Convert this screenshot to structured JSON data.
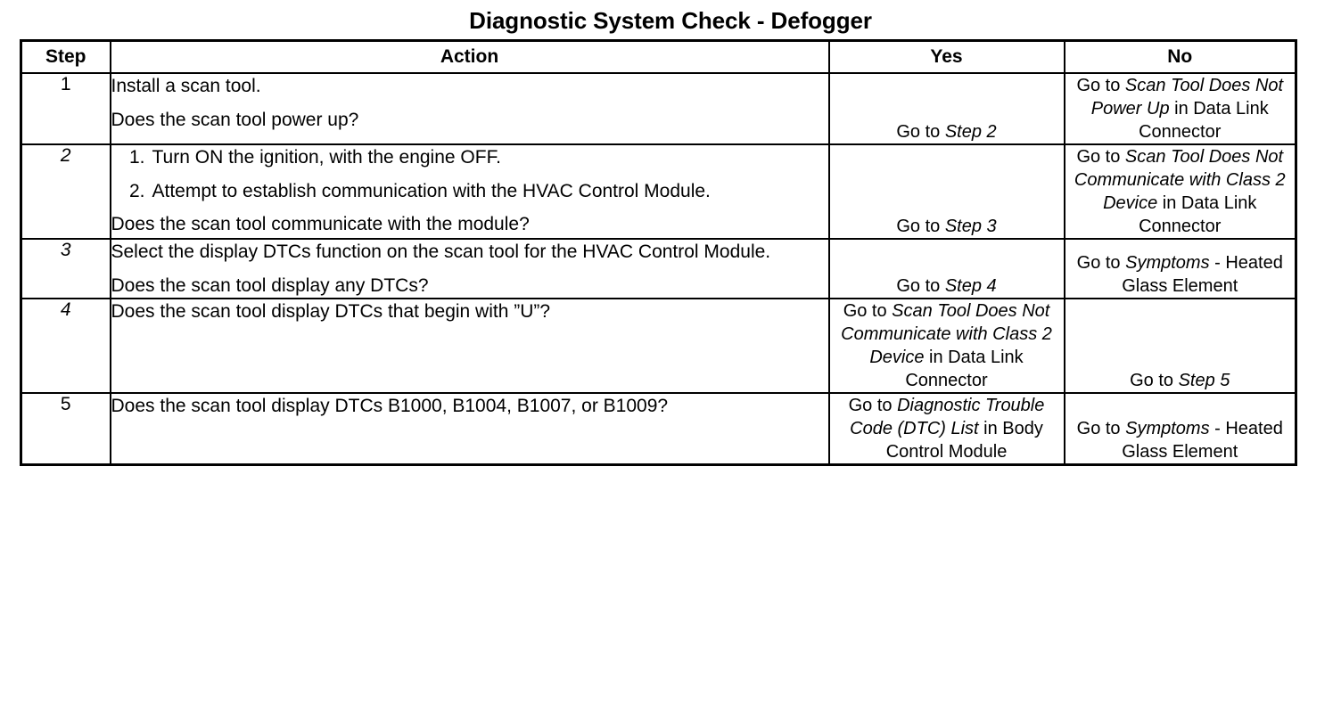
{
  "document": {
    "title": "Diagnostic System Check - Defogger"
  },
  "table": {
    "headers": {
      "step": "Step",
      "action": "Action",
      "yes": "Yes",
      "no": "No"
    },
    "rows": [
      {
        "step": "1",
        "step_italic": false,
        "action": {
          "paragraphs": [
            "Install a scan tool.",
            "Does the scan tool power up?"
          ],
          "list": []
        },
        "yes": {
          "align": "bottom",
          "segments": [
            {
              "text": "Go to ",
              "italic": false
            },
            {
              "text": "Step 2",
              "italic": true
            }
          ]
        },
        "no": {
          "align": "top",
          "segments": [
            {
              "text": "Go to ",
              "italic": false
            },
            {
              "text": "Scan Tool Does Not Power Up",
              "italic": true
            },
            {
              "text": " in Data Link Connector",
              "italic": false
            }
          ]
        }
      },
      {
        "step": "2",
        "step_italic": true,
        "action": {
          "list": [
            "Turn ON the ignition, with the engine OFF.",
            "Attempt to establish communication with the HVAC Control Module."
          ],
          "paragraphs": [
            "Does the scan tool communicate with the module?"
          ]
        },
        "yes": {
          "align": "bottom",
          "segments": [
            {
              "text": "Go to ",
              "italic": false
            },
            {
              "text": "Step 3",
              "italic": true
            }
          ]
        },
        "no": {
          "align": "top",
          "segments": [
            {
              "text": "Go to ",
              "italic": false
            },
            {
              "text": "Scan Tool Does Not Communicate with Class 2 Device",
              "italic": true
            },
            {
              "text": " in Data Link Connector",
              "italic": false
            }
          ]
        }
      },
      {
        "step": "3",
        "step_italic": true,
        "action": {
          "paragraphs": [
            "Select the display DTCs function on the scan tool for the HVAC Control Module.",
            "Does the scan tool display any DTCs?"
          ],
          "list": []
        },
        "yes": {
          "align": "bottom",
          "segments": [
            {
              "text": "Go to ",
              "italic": false
            },
            {
              "text": "Step 4",
              "italic": true
            }
          ]
        },
        "no": {
          "align": "bottom",
          "segments": [
            {
              "text": "Go to ",
              "italic": false
            },
            {
              "text": "Symptoms",
              "italic": true
            },
            {
              "text": " - Heated Glass Element",
              "italic": false
            }
          ]
        }
      },
      {
        "step": "4",
        "step_italic": true,
        "action": {
          "paragraphs": [
            "Does the scan tool display DTCs that begin with ”U”?"
          ],
          "list": []
        },
        "yes": {
          "align": "top",
          "segments": [
            {
              "text": "Go to ",
              "italic": false
            },
            {
              "text": "Scan Tool Does Not Communicate with Class 2 Device",
              "italic": true
            },
            {
              "text": " in Data Link Connector",
              "italic": false
            }
          ]
        },
        "no": {
          "align": "bottom",
          "segments": [
            {
              "text": "Go to ",
              "italic": false
            },
            {
              "text": "Step 5",
              "italic": true
            }
          ]
        }
      },
      {
        "step": "5",
        "step_italic": false,
        "action": {
          "paragraphs": [
            "Does the scan tool display DTCs B1000, B1004, B1007, or B1009?"
          ],
          "list": []
        },
        "yes": {
          "align": "top",
          "segments": [
            {
              "text": "Go to ",
              "italic": false
            },
            {
              "text": "Diagnostic Trouble Code (DTC) List",
              "italic": true
            },
            {
              "text": " in Body Control Module",
              "italic": false
            }
          ]
        },
        "no": {
          "align": "bottom",
          "segments": [
            {
              "text": "Go to ",
              "italic": false
            },
            {
              "text": "Symptoms",
              "italic": true
            },
            {
              "text": " - Heated Glass Element",
              "italic": false
            }
          ]
        }
      }
    ]
  }
}
